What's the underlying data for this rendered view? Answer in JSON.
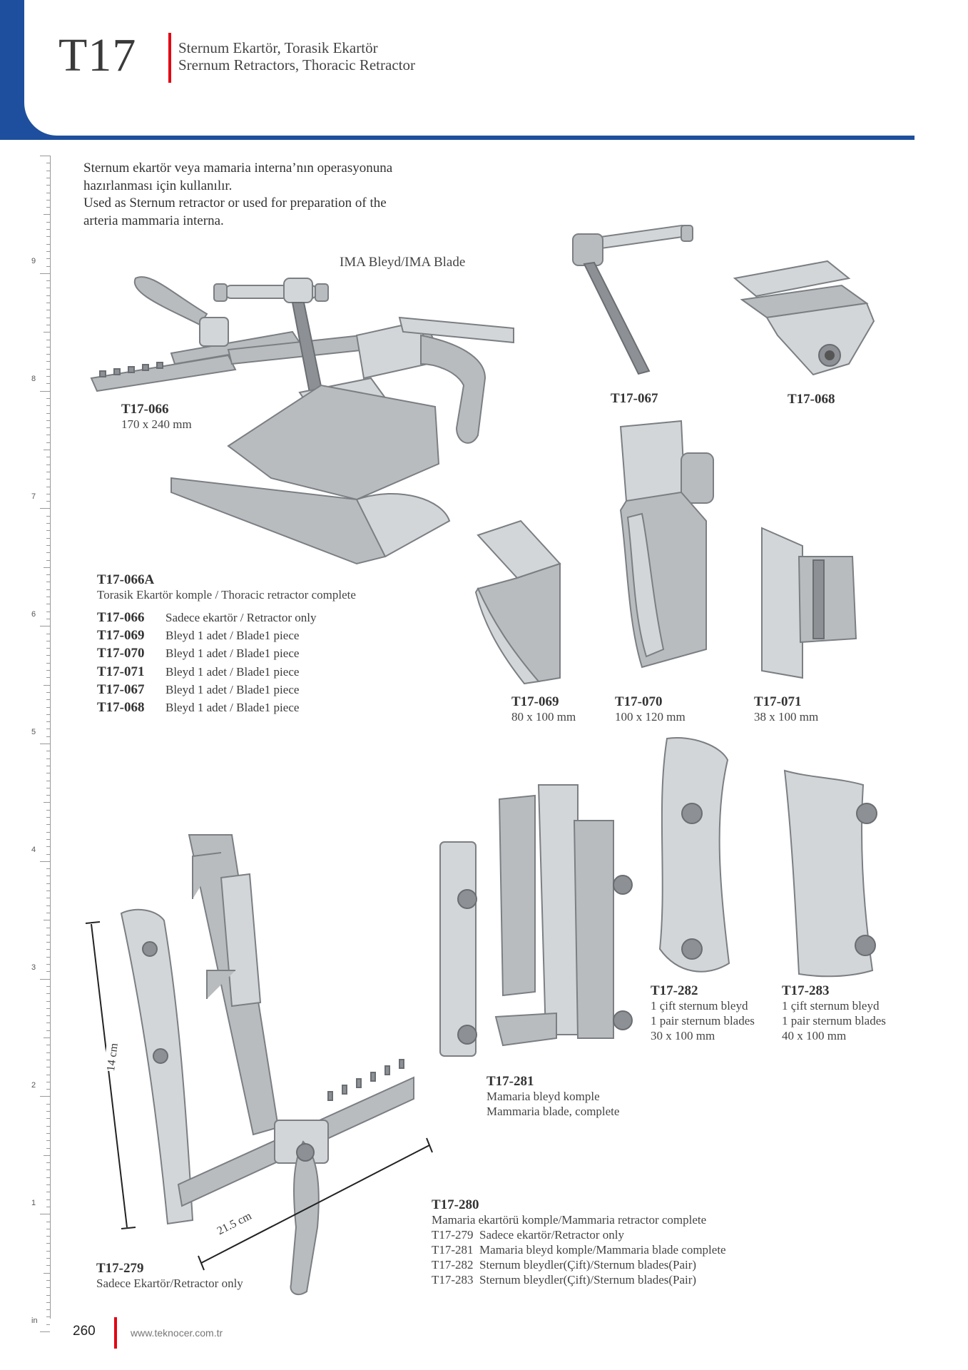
{
  "header": {
    "code": "T17",
    "title_line1": "Sternum Ekartör, Torasik Ekartör",
    "title_line2": "Srernum Retractors, Thoracic Retractor"
  },
  "intro": {
    "line1": "Sternum  ekartör veya mamaria interna’nın operasyonuna",
    "line2": "hazırlanması için kullanılır.",
    "line3": "Used as Sternum retractor or used for preparation of the",
    "line4": "arteria mammaria interna."
  },
  "ruler": {
    "marks": [
      "9",
      "8",
      "7",
      "6",
      "5",
      "4",
      "3",
      "2",
      "1",
      "in"
    ]
  },
  "products": {
    "ima_blade": "IMA Bleyd/IMA Blade",
    "t17_066": {
      "code": "T17-066",
      "size": "170 x 240 mm"
    },
    "t17_067": {
      "code": "T17-067"
    },
    "t17_068": {
      "code": "T17-068"
    },
    "t17_066a": {
      "code": "T17-066A",
      "desc": "Torasik Ekartör komple / Thoracic retractor complete"
    },
    "t17_069": {
      "code": "T17-069",
      "size": "80 x 100 mm"
    },
    "t17_070": {
      "code": "T17-070",
      "size": "100 x 120 mm"
    },
    "t17_071": {
      "code": "T17-071",
      "size": "38 x 100 mm"
    },
    "t17_282": {
      "code": "T17-282",
      "line1": "1 çift sternum bleyd",
      "line2": "1 pair sternum blades",
      "size": "30 x 100 mm"
    },
    "t17_283": {
      "code": "T17-283",
      "line1": "1 çift sternum bleyd",
      "line2": "1 pair sternum blades",
      "size": "40 x 100 mm"
    },
    "t17_281": {
      "code": "T17-281",
      "line1": "Mamaria bleyd komple",
      "line2": "Mammaria blade, complete"
    },
    "t17_279": {
      "code": "T17-279",
      "desc": "Sadece Ekartör/Retractor only"
    },
    "t17_280": {
      "code": "T17-280",
      "desc": "Mamaria ekartörü komple/Mammaria retractor complete"
    }
  },
  "set_list": [
    {
      "code": "T17-066",
      "desc": "Sadece ekartör / Retractor only"
    },
    {
      "code": "T17-069",
      "desc": "Bleyd 1 adet / Blade1 piece"
    },
    {
      "code": "T17-070",
      "desc": "Bleyd 1 adet / Blade1 piece"
    },
    {
      "code": "T17-071",
      "desc": "Bleyd 1 adet / Blade1 piece"
    },
    {
      "code": "T17-067",
      "desc": "Bleyd 1 adet / Blade1 piece"
    },
    {
      "code": "T17-068",
      "desc": "Bleyd 1 adet / Blade1 piece"
    }
  ],
  "set_list2": [
    {
      "text": "T17-279  Sadece ekartör/Retractor only"
    },
    {
      "text": "T17-281  Mamaria bleyd komple/Mammaria blade complete"
    },
    {
      "text": "T17-282  Sternum bleydler(Çift)/Sternum blades(Pair)"
    },
    {
      "text": "T17-283  Sternum bleydler(Çift)/Sternum blades(Pair)"
    }
  ],
  "dimensions": {
    "height": "14 cm",
    "width": "21.5 cm"
  },
  "footer": {
    "page": "260",
    "url": "www.teknocer.com.tr"
  },
  "colors": {
    "brand_blue": "#1d4f9e",
    "accent_red": "#e30613"
  }
}
